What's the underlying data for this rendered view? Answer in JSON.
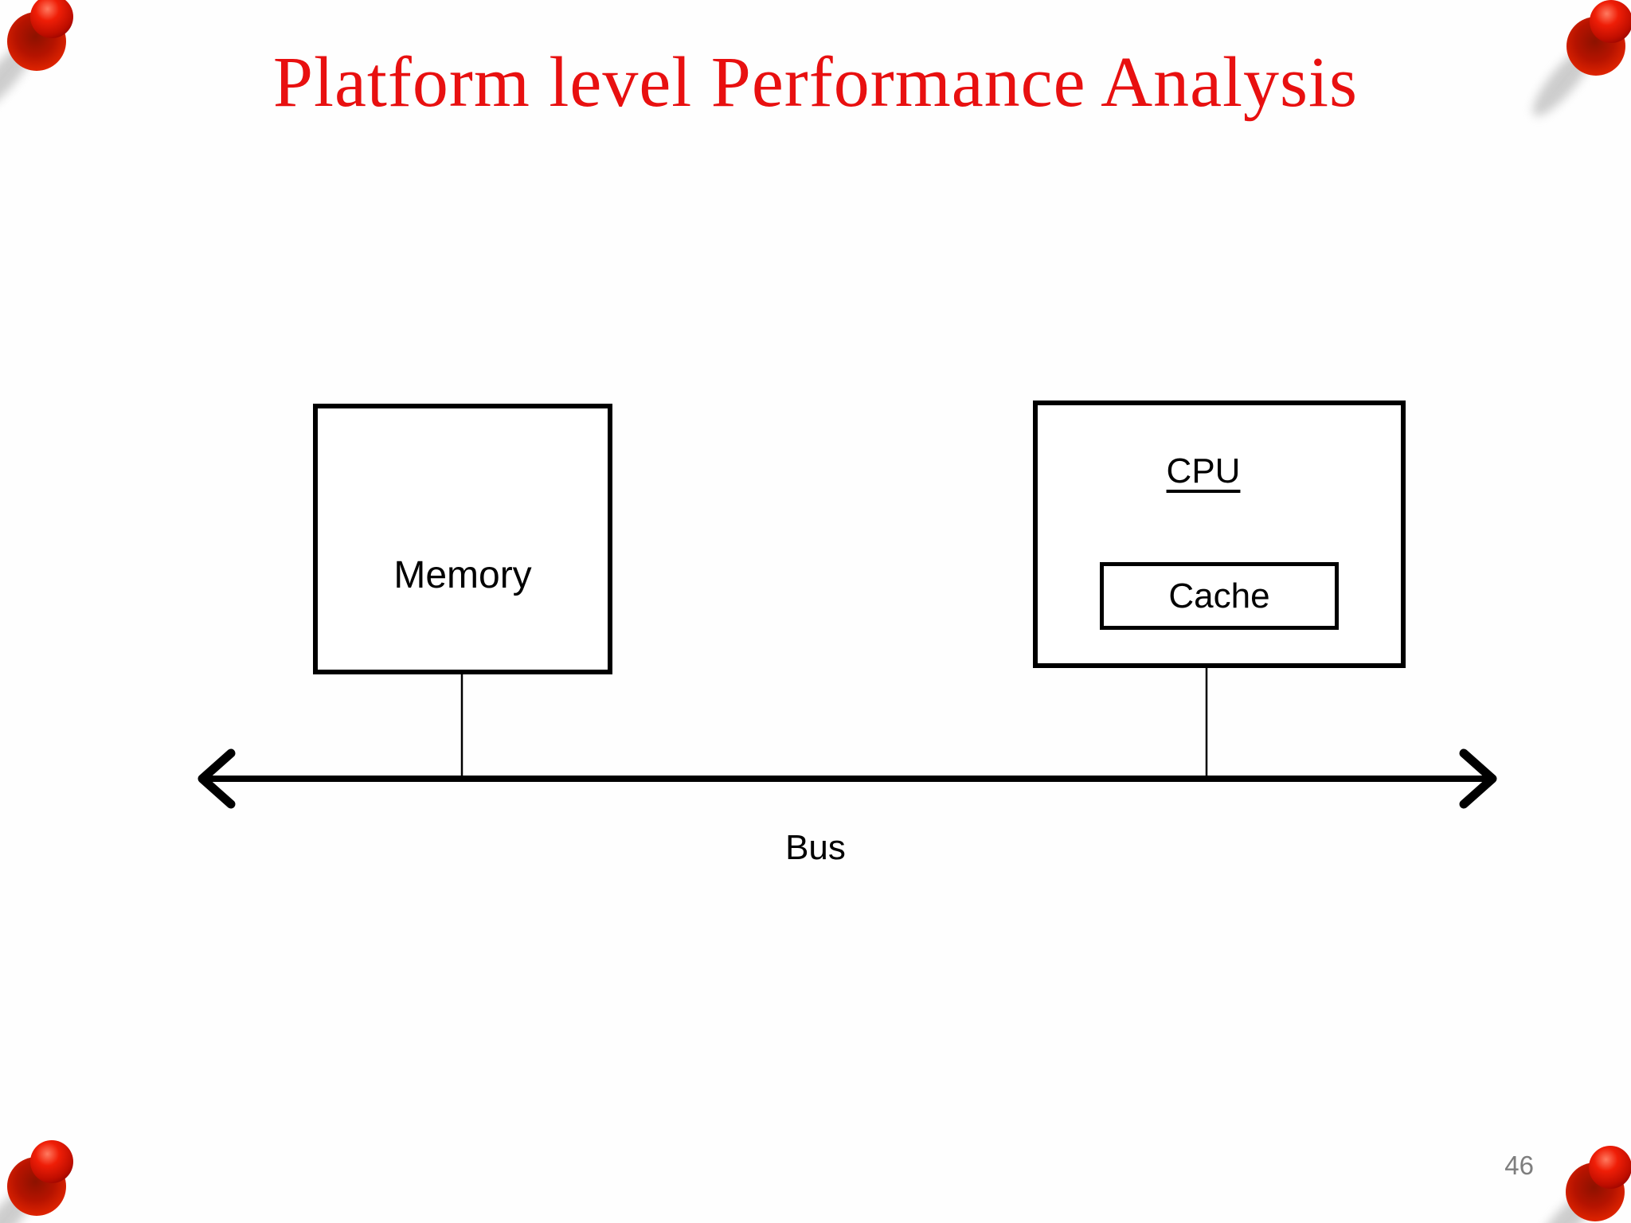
{
  "slide": {
    "title": "Platform level Performance Analysis",
    "page_number": "46"
  },
  "diagram": {
    "memory": {
      "label": "Memory"
    },
    "cpu": {
      "label": "CPU"
    },
    "cache": {
      "label": "Cache"
    },
    "bus": {
      "label": "Bus"
    }
  },
  "colors": {
    "title_red": "#e81010",
    "pushpin_red": "#d41400",
    "box_border_black": "#000000",
    "page_number_gray": "#7e7e7e",
    "background_white": "#fefefe"
  },
  "icons": {
    "pushpins": [
      "pushpin-icon-top-left",
      "pushpin-icon-top-right",
      "pushpin-icon-bottom-left",
      "pushpin-icon-bottom-right"
    ]
  }
}
